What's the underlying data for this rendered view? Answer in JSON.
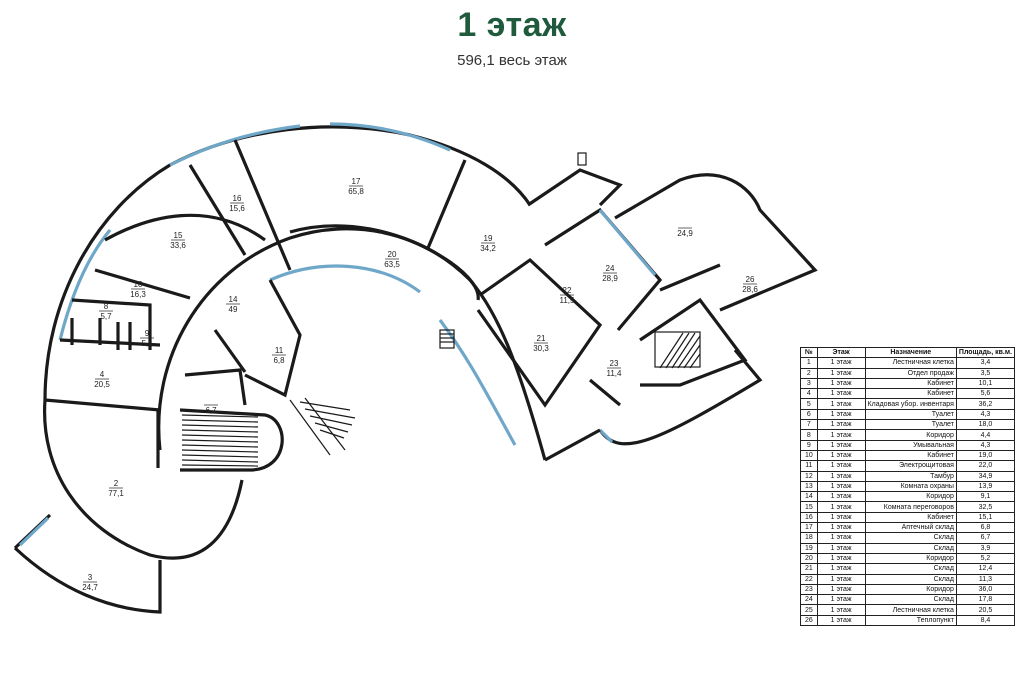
{
  "header": {
    "title": "1 этаж",
    "subtitle": "596,1 весь этаж"
  },
  "plan_rooms": [
    {
      "num": "2",
      "area": "77,1"
    },
    {
      "num": "3",
      "area": "24,7"
    },
    {
      "num": "4",
      "area": "20,5"
    },
    {
      "num": "",
      "area": "6,7"
    },
    {
      "num": "8",
      "area": "5,7"
    },
    {
      "num": "9",
      "area": "5,4"
    },
    {
      "num": "10",
      "area": "16,3"
    },
    {
      "num": "11",
      "area": "6,8"
    },
    {
      "num": "14",
      "area": "49"
    },
    {
      "num": "15",
      "area": "33,6"
    },
    {
      "num": "16",
      "area": "15,6"
    },
    {
      "num": "17",
      "area": "65,8"
    },
    {
      "num": "19",
      "area": "34,2"
    },
    {
      "num": "20",
      "area": "63,5"
    },
    {
      "num": "21",
      "area": "30,3"
    },
    {
      "num": "22",
      "area": "11,5"
    },
    {
      "num": "23",
      "area": "11,4"
    },
    {
      "num": "24",
      "area": "28,9"
    },
    {
      "num": "",
      "area": "24,9"
    },
    {
      "num": "26",
      "area": "28,6"
    }
  ],
  "table": {
    "headers": [
      "№",
      "Этаж",
      "Назначение",
      "Площадь, кв.м."
    ],
    "rows": [
      [
        "1",
        "1 этаж",
        "Лестничная клетка",
        "3,4"
      ],
      [
        "2",
        "1 этаж",
        "Отдел продаж",
        "3,5"
      ],
      [
        "3",
        "1 этаж",
        "Кабинет",
        "10,1"
      ],
      [
        "4",
        "1 этаж",
        "Кабинет",
        "5,6"
      ],
      [
        "5",
        "1 этаж",
        "Кладовая убор. инвентаря",
        "36,2"
      ],
      [
        "6",
        "1 этаж",
        "Туалет",
        "4,3"
      ],
      [
        "7",
        "1 этаж",
        "Туалет",
        "18,0"
      ],
      [
        "8",
        "1 этаж",
        "Коридор",
        "4,4"
      ],
      [
        "9",
        "1 этаж",
        "Умывальная",
        "4,3"
      ],
      [
        "10",
        "1 этаж",
        "Кабинет",
        "19,0"
      ],
      [
        "11",
        "1 этаж",
        "Электрощитовая",
        "22,0"
      ],
      [
        "12",
        "1 этаж",
        "Тамбур",
        "34,9"
      ],
      [
        "13",
        "1 этаж",
        "Комната охраны",
        "13,9"
      ],
      [
        "14",
        "1 этаж",
        "Коридор",
        "9,1"
      ],
      [
        "15",
        "1 этаж",
        "Комната переговоров",
        "32,5"
      ],
      [
        "16",
        "1 этаж",
        "Кабинет",
        "15,1"
      ],
      [
        "17",
        "1 этаж",
        "Аптечный склад",
        "6,8"
      ],
      [
        "18",
        "1 этаж",
        "Склад",
        "6,7"
      ],
      [
        "19",
        "1 этаж",
        "Склад",
        "3,9"
      ],
      [
        "20",
        "1 этаж",
        "Коридор",
        "5,2"
      ],
      [
        "21",
        "1 этаж",
        "Склад",
        "12,4"
      ],
      [
        "22",
        "1 этаж",
        "Склад",
        "11,3"
      ],
      [
        "23",
        "1 этаж",
        "Коридор",
        "36,0"
      ],
      [
        "24",
        "1 этаж",
        "Склад",
        "17,8"
      ],
      [
        "25",
        "1 этаж",
        "Лестничная клетка",
        "20,5"
      ],
      [
        "26",
        "1 этаж",
        "Теплопункт",
        "8,4"
      ]
    ]
  },
  "colors": {
    "title": "#1f5a3c",
    "wall": "#1a1a1a",
    "window": "#6fa7c9"
  }
}
